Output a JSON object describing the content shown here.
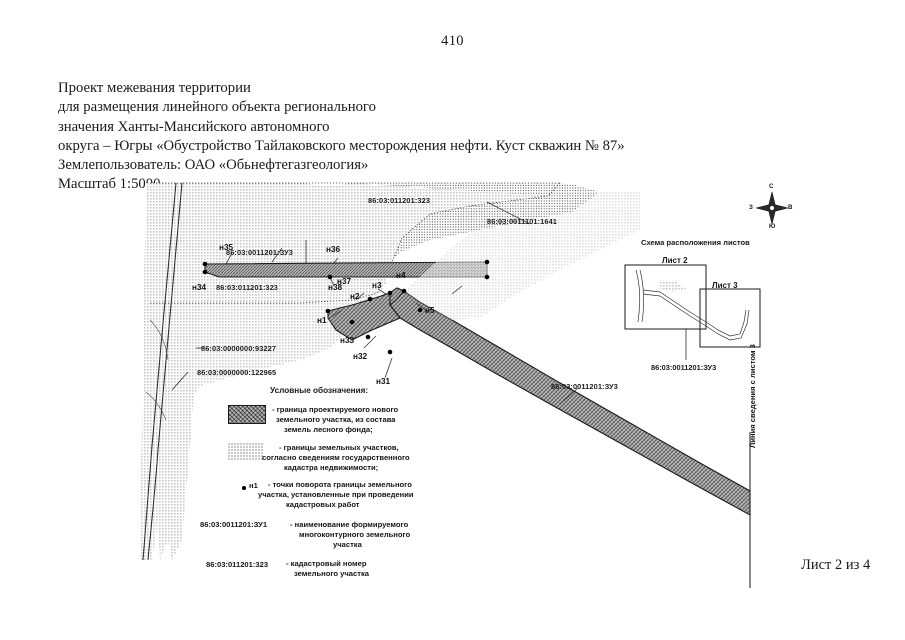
{
  "page_number": "410",
  "title_lines": [
    "Проект межевания территории",
    "для размещения линейного объекта регионального",
    "значения Ханты-Мансийского автономного",
    "округа – Югры «Обустройство Тайлаковского месторождения нефти. Куст скважин № 87»",
    "Землепользователь: ОАО «Обьнефтегазгеология»",
    "Масштаб 1:5000"
  ],
  "map": {
    "cadastral_labels": [
      {
        "id": "lbl-011201-323-top",
        "text": "86:03:011201:323"
      },
      {
        "id": "lbl-0011101-1641",
        "text": "86:03:0011101:1641"
      },
      {
        "id": "lbl-0011201-zu3-top",
        "text": "86:03:0011201:ЗУ3"
      },
      {
        "id": "lbl-011201-323-mid",
        "text": "86:03:011201:323"
      },
      {
        "id": "lbl-0000000-93227",
        "text": "86:03:0000000:93227"
      },
      {
        "id": "lbl-0000000-122965",
        "text": "86:03:0000000:122965"
      },
      {
        "id": "lbl-0011201-zu3-right",
        "text": "86:03:0011201:ЗУ3"
      }
    ],
    "turning_points": [
      "н35",
      "н36",
      "н34",
      "н38",
      "н37",
      "н2",
      "н3",
      "н4",
      "н1",
      "н5",
      "н33",
      "н32",
      "н31"
    ]
  },
  "legend": {
    "title": "Условные обозначения:",
    "items": [
      {
        "symbol": "hatched-bordered-swatch",
        "lines": [
          "- граница проектируемого нового",
          "земельного участка, из состава",
          "земель лесного фонда;"
        ]
      },
      {
        "symbol": "stipple-swatch",
        "lines": [
          "- границы земельных участков,",
          "согласно сведениям государственного",
          "кадастра недвижимости;"
        ]
      },
      {
        "symbol": "point-dot",
        "symbol_label": "н1",
        "lines": [
          "- точки поворота границы земельного",
          "участка, установленные при проведении",
          "кадастровых работ"
        ]
      },
      {
        "symbol": "code-text",
        "symbol_label": "86:03:0011201:ЗУ1",
        "lines": [
          "- наименование формируемого",
          "многоконтурного земельного",
          "участка"
        ]
      },
      {
        "symbol": "code-text",
        "symbol_label": "86:03:011201:323",
        "lines": [
          "- кадастровый номер",
          "земельного участка"
        ]
      }
    ]
  },
  "inset": {
    "title": "Схема расположения листов",
    "sheet2_label": "Лист 2",
    "sheet3_label": "Лист 3",
    "code": "86:03:0011201:ЗУ3"
  },
  "compass": {
    "north": "С",
    "east": "В",
    "south": "Ю",
    "west": "З"
  },
  "join_line_text": "Линия сведения с листом 3",
  "sheet_footer": "Лист 2 из 4",
  "colors": {
    "ink": "#1a1a1a",
    "corridor_fill": "#b0b0b0",
    "parcel_fill": "#d9d9d9"
  }
}
